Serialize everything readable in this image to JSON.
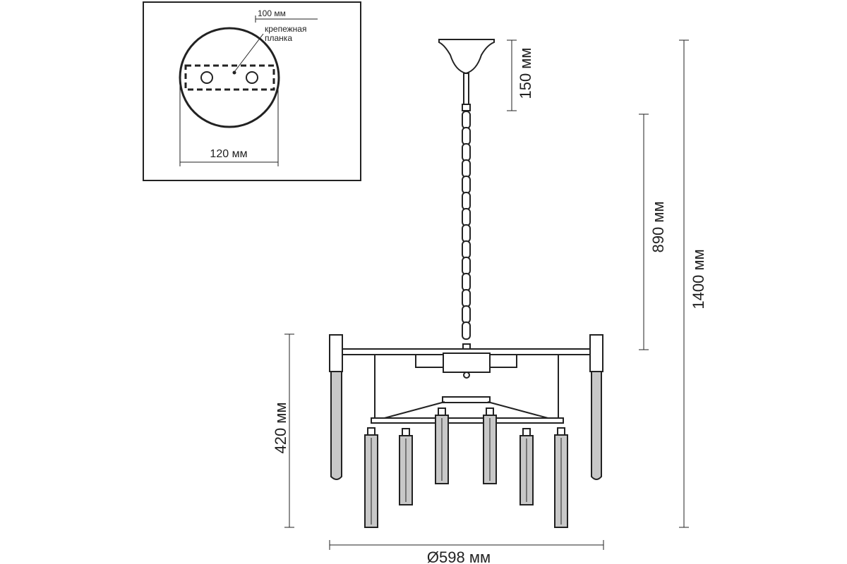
{
  "mount_inset": {
    "top_dimension": "100 мм",
    "plate_label_line1": "крепежная",
    "plate_label_line2": "планка",
    "bottom_dimension": "120 мм"
  },
  "dimensions": {
    "canopy_height": "150 мм",
    "chain_length": "890 мм",
    "total_height": "1400 мм",
    "body_height": "420 мм",
    "diameter": "Ø598 мм"
  },
  "colors": {
    "stroke": "#222222",
    "glass_fill": "#c8c8c8",
    "background": "#ffffff"
  }
}
